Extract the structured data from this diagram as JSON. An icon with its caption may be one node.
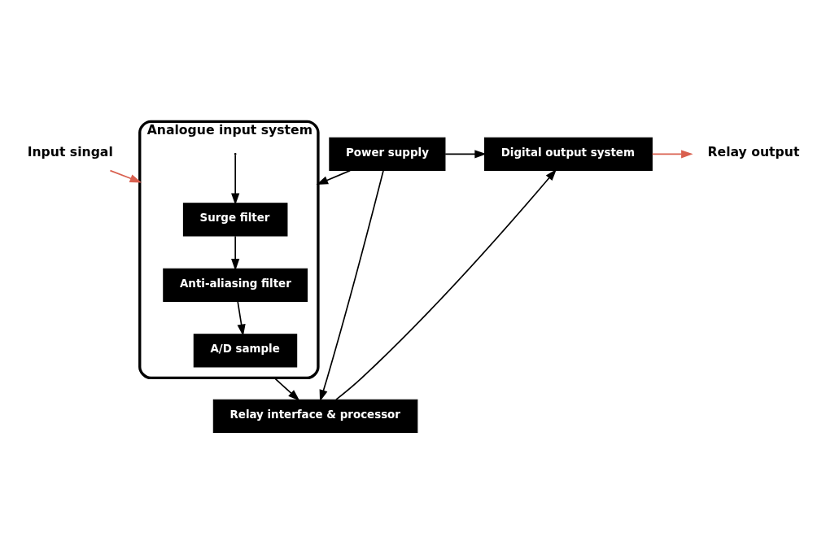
{
  "diagram": {
    "nodes": [
      {
        "text": [
          "Input singal"
        ]
      },
      {
        "text": [
          "Analogue input system"
        ]
      },
      {
        "text": [
          "Surge filter"
        ],
        "in": 1
      },
      {
        "text": [
          "Anti-aliasing filter"
        ],
        "in": 1
      },
      {
        "text": [
          "A/D sample"
        ],
        "in": 1
      },
      {
        "text": [
          "Power supply"
        ]
      },
      {
        "text": [
          "Digital output system"
        ]
      },
      {
        "text": [
          "Relay output"
        ]
      },
      {
        "text": [
          "Relay interface & processor"
        ]
      }
    ],
    "edges": [
      {
        "from": 0,
        "to": 1,
        "arrow": "to",
        "color": "#d9604f"
      },
      {
        "from": 1,
        "to": 2,
        "arrow": "to"
      },
      {
        "from": 2,
        "to": 3,
        "arrow": "to"
      },
      {
        "from": 3,
        "to": 4,
        "arrow": "to"
      },
      {
        "from": 5,
        "to": 1,
        "arrow": "to"
      },
      {
        "from": 5,
        "to": 6,
        "arrow": "to"
      },
      {
        "from": 5,
        "to": 8,
        "arrow": "to"
      },
      {
        "from": 1,
        "to": 8,
        "arrow": "to"
      },
      {
        "from": 8,
        "to": 6,
        "arrow": "to"
      },
      {
        "from": 6,
        "to": 7,
        "arrow": "to",
        "color": "#d9604f"
      }
    ]
  }
}
